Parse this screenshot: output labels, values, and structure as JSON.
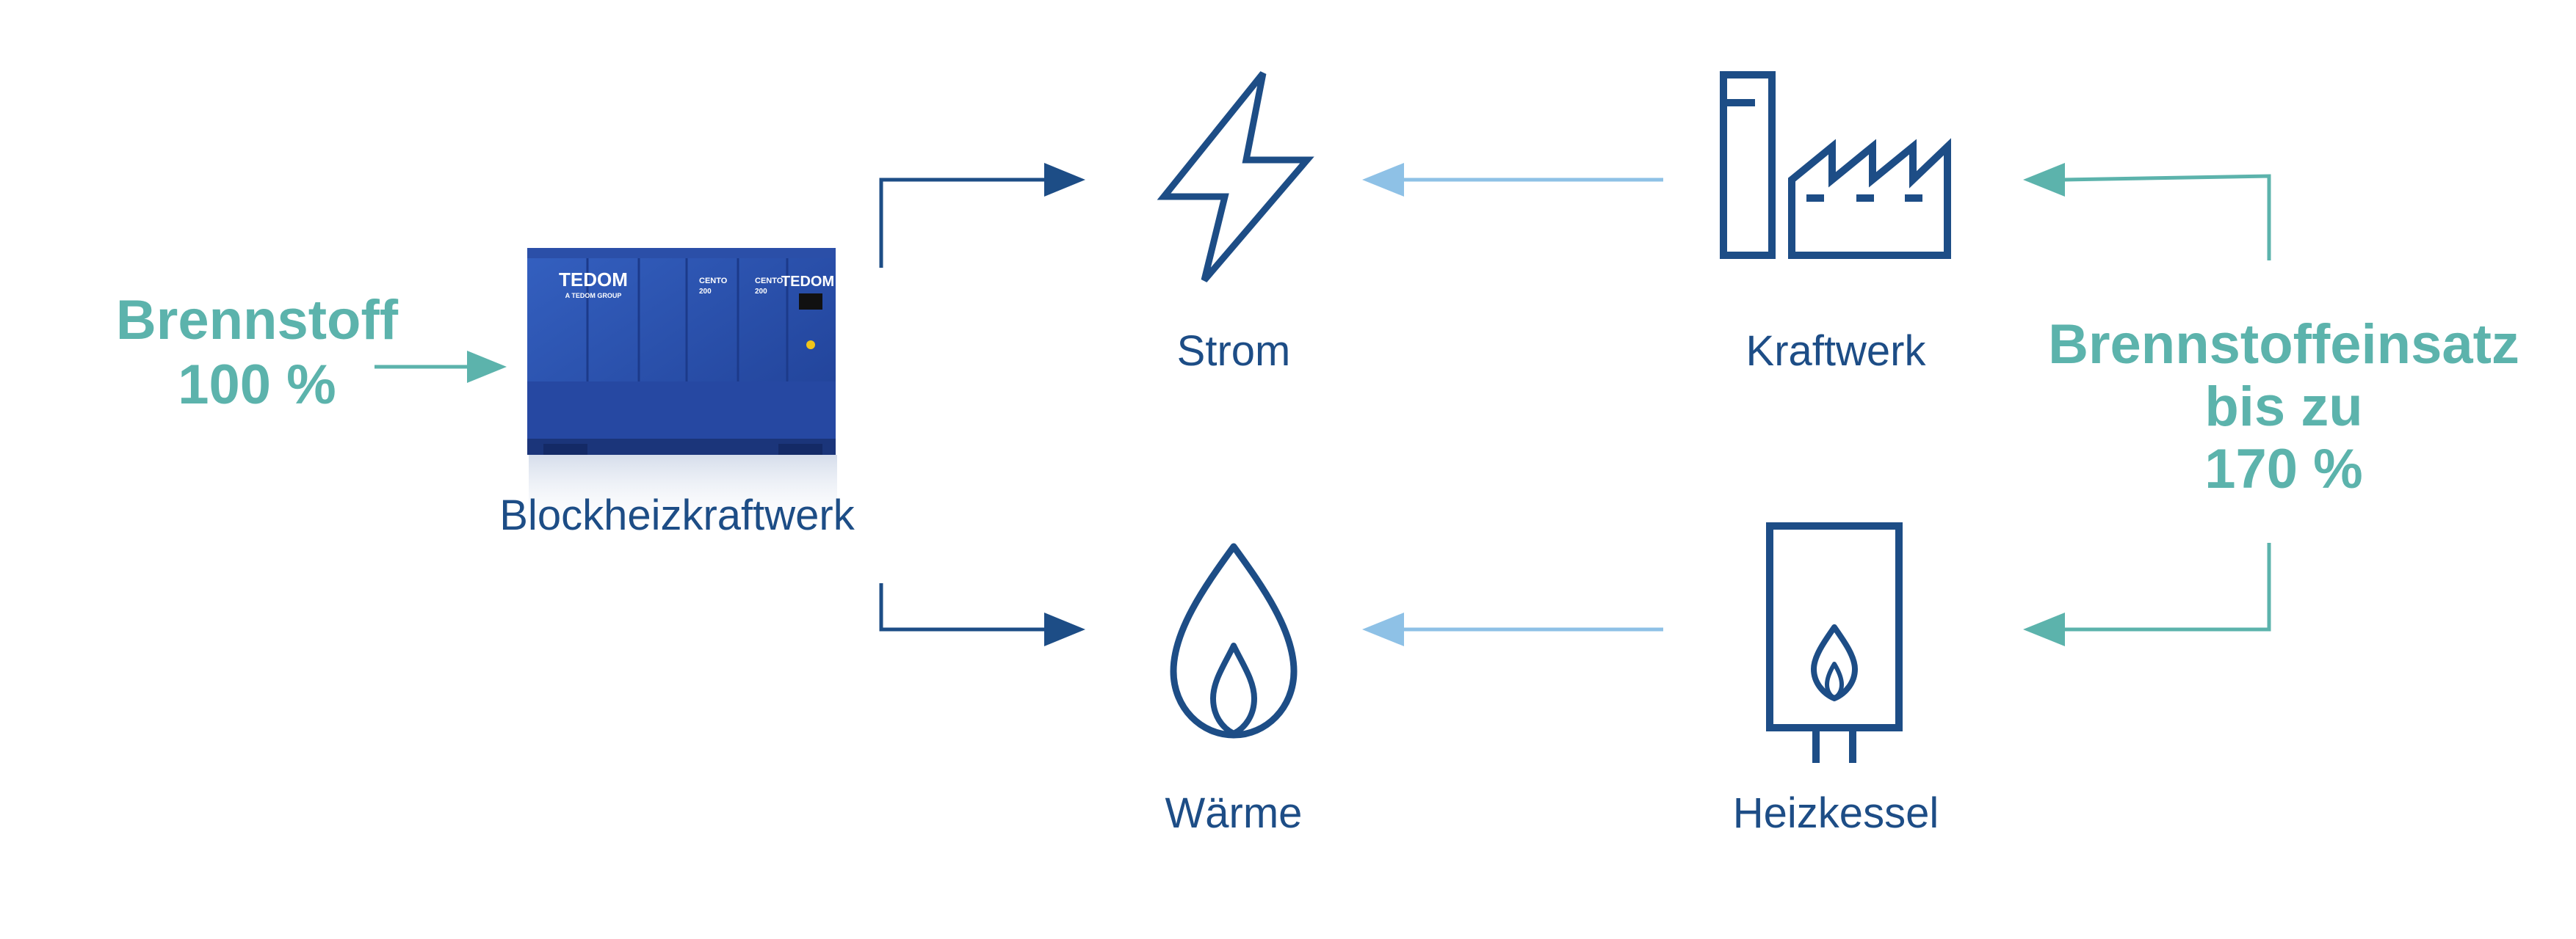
{
  "colors": {
    "dark_blue": "#1d4d86",
    "light_blue": "#8ec1e6",
    "teal": "#5cb3ac",
    "unit_blue": "#2a4ea6"
  },
  "input": {
    "line1": "Brennstoff",
    "line2": "100 %"
  },
  "chp_unit": {
    "label": "Blockheizkraftwerk",
    "brand": "TEDOM",
    "brand_sub": "A TEDOM GROUP",
    "model1": "CENTO",
    "model1_sub": "200",
    "model2": "CENTO",
    "model2_sub": "200"
  },
  "outputs": {
    "power": "Strom",
    "heat": "Wärme"
  },
  "conventional": {
    "power_plant": "Kraftwerk",
    "boiler": "Heizkessel"
  },
  "comparison": {
    "line1": "Brennstoffeinsatz",
    "line2": "bis zu",
    "line3": "170 %"
  },
  "icons": {
    "power": "lightning-icon",
    "heat": "flame-icon",
    "power_plant": "factory-icon",
    "boiler": "boiler-icon",
    "unit": "chp-unit-image"
  }
}
